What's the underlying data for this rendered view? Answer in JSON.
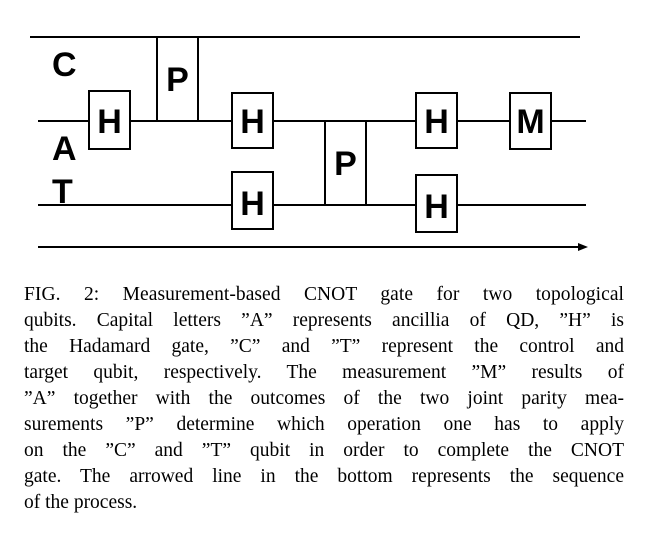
{
  "qubits": {
    "control": "C",
    "ancilla": "A",
    "target": "T"
  },
  "gates": {
    "hadamard": "H",
    "parity": "P",
    "measurement": "M"
  },
  "caption": {
    "lines": [
      "FIG. 2: Measurement-based CNOT gate for two topological",
      "qubits. Capital letters ”A” represents ancillia of QD, ”H” is",
      "the Hadamard gate, ”C” and ”T” represent the control and",
      "target qubit, respectively. The measurement ”M” results of",
      "”A” together with the outcomes of the two joint parity mea-",
      "surements ”P” determine which operation one has to apply",
      "on the ”C” and ”T” qubit in order to complete the CNOT",
      "gate. The arrowed line in the bottom represents the sequence",
      "of the process."
    ]
  }
}
